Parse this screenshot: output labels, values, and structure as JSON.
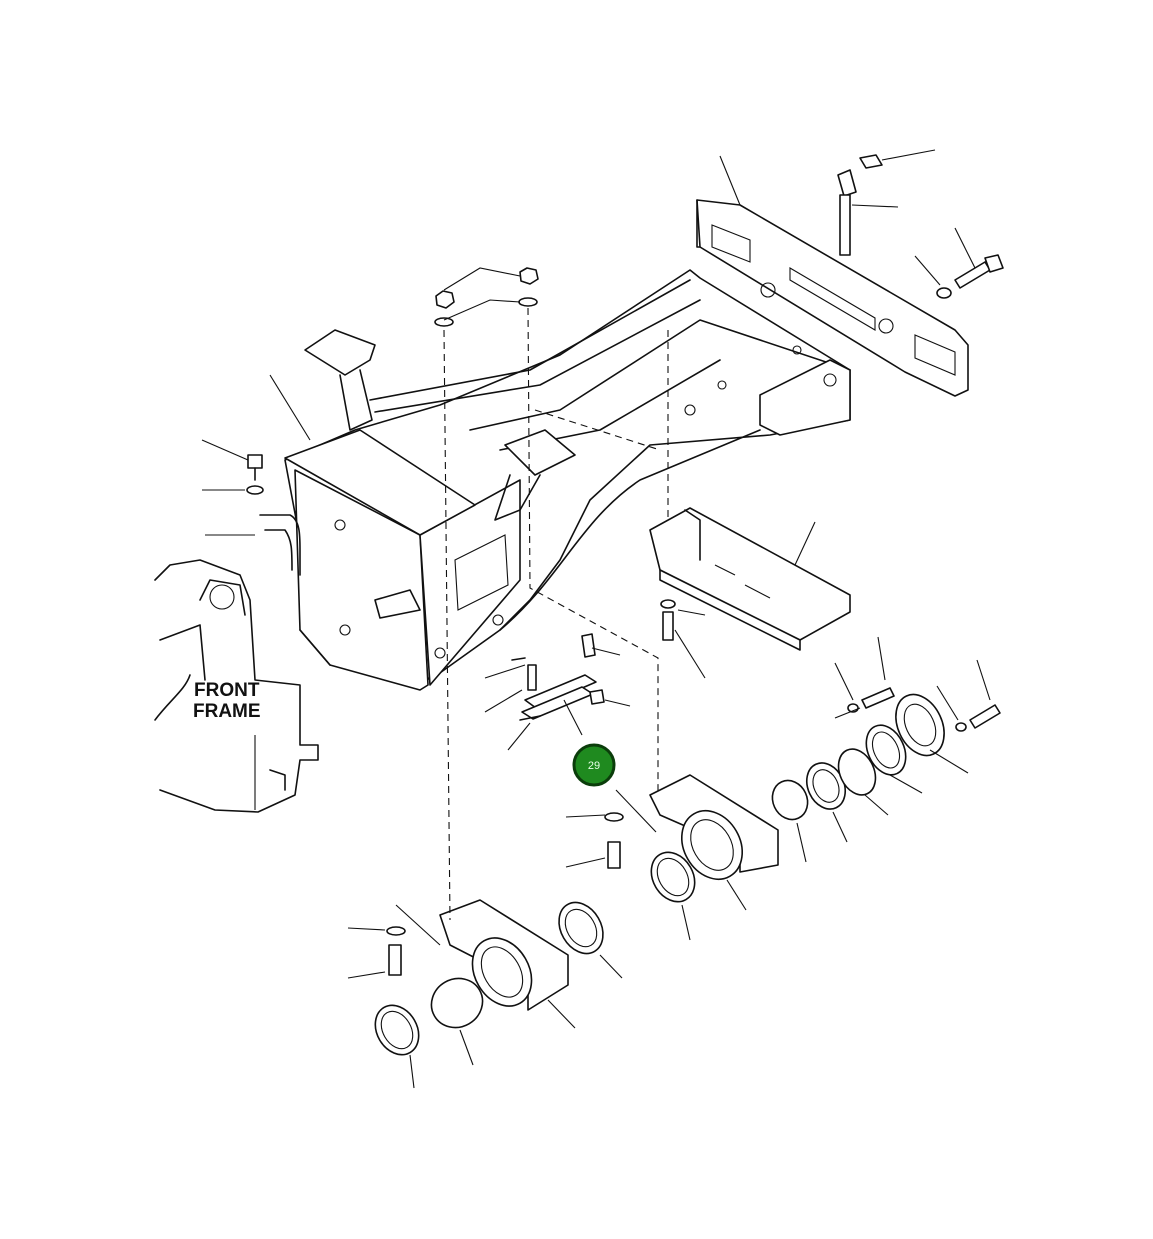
{
  "labels": {
    "front_frame_line1": "FRONT",
    "front_frame_line2": "FRAME"
  },
  "callout": {
    "number": "29",
    "fill_color": "#1f8a1f",
    "ring_color": "#0b3d0b"
  }
}
